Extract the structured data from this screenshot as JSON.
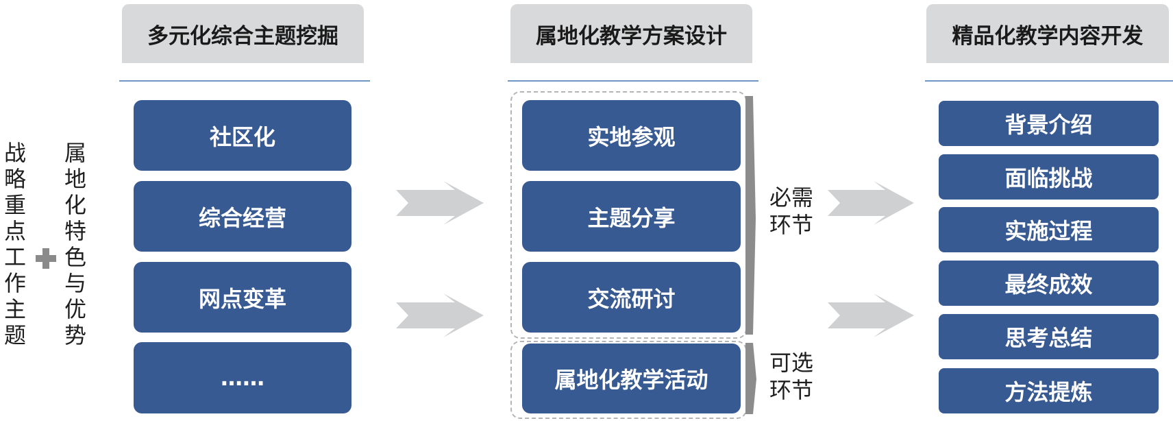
{
  "left": {
    "line1": "战略重点工作主题",
    "line2": "属地化特色与优势"
  },
  "columns": [
    {
      "header": "多元化综合主题挖掘",
      "items": [
        "社区化",
        "综合经营",
        "网点变革",
        "……"
      ]
    },
    {
      "header": "属地化教学方案设计",
      "items": [
        "实地参观",
        "主题分享",
        "交流研讨",
        "属地化教学活动"
      ],
      "required_label": "必需环节",
      "optional_label": "可选环节"
    },
    {
      "header": "精品化教学内容开发",
      "items": [
        "背景介绍",
        "面临挑战",
        "实施过程",
        "最终成效",
        "思考总结",
        "方法提炼"
      ]
    }
  ],
  "colors": {
    "box": "#385a92",
    "header_bg": "#d8d9db",
    "rule": "#6f95c3",
    "arrow": "#cfd0d2",
    "bracket": "#8c8c8c"
  }
}
